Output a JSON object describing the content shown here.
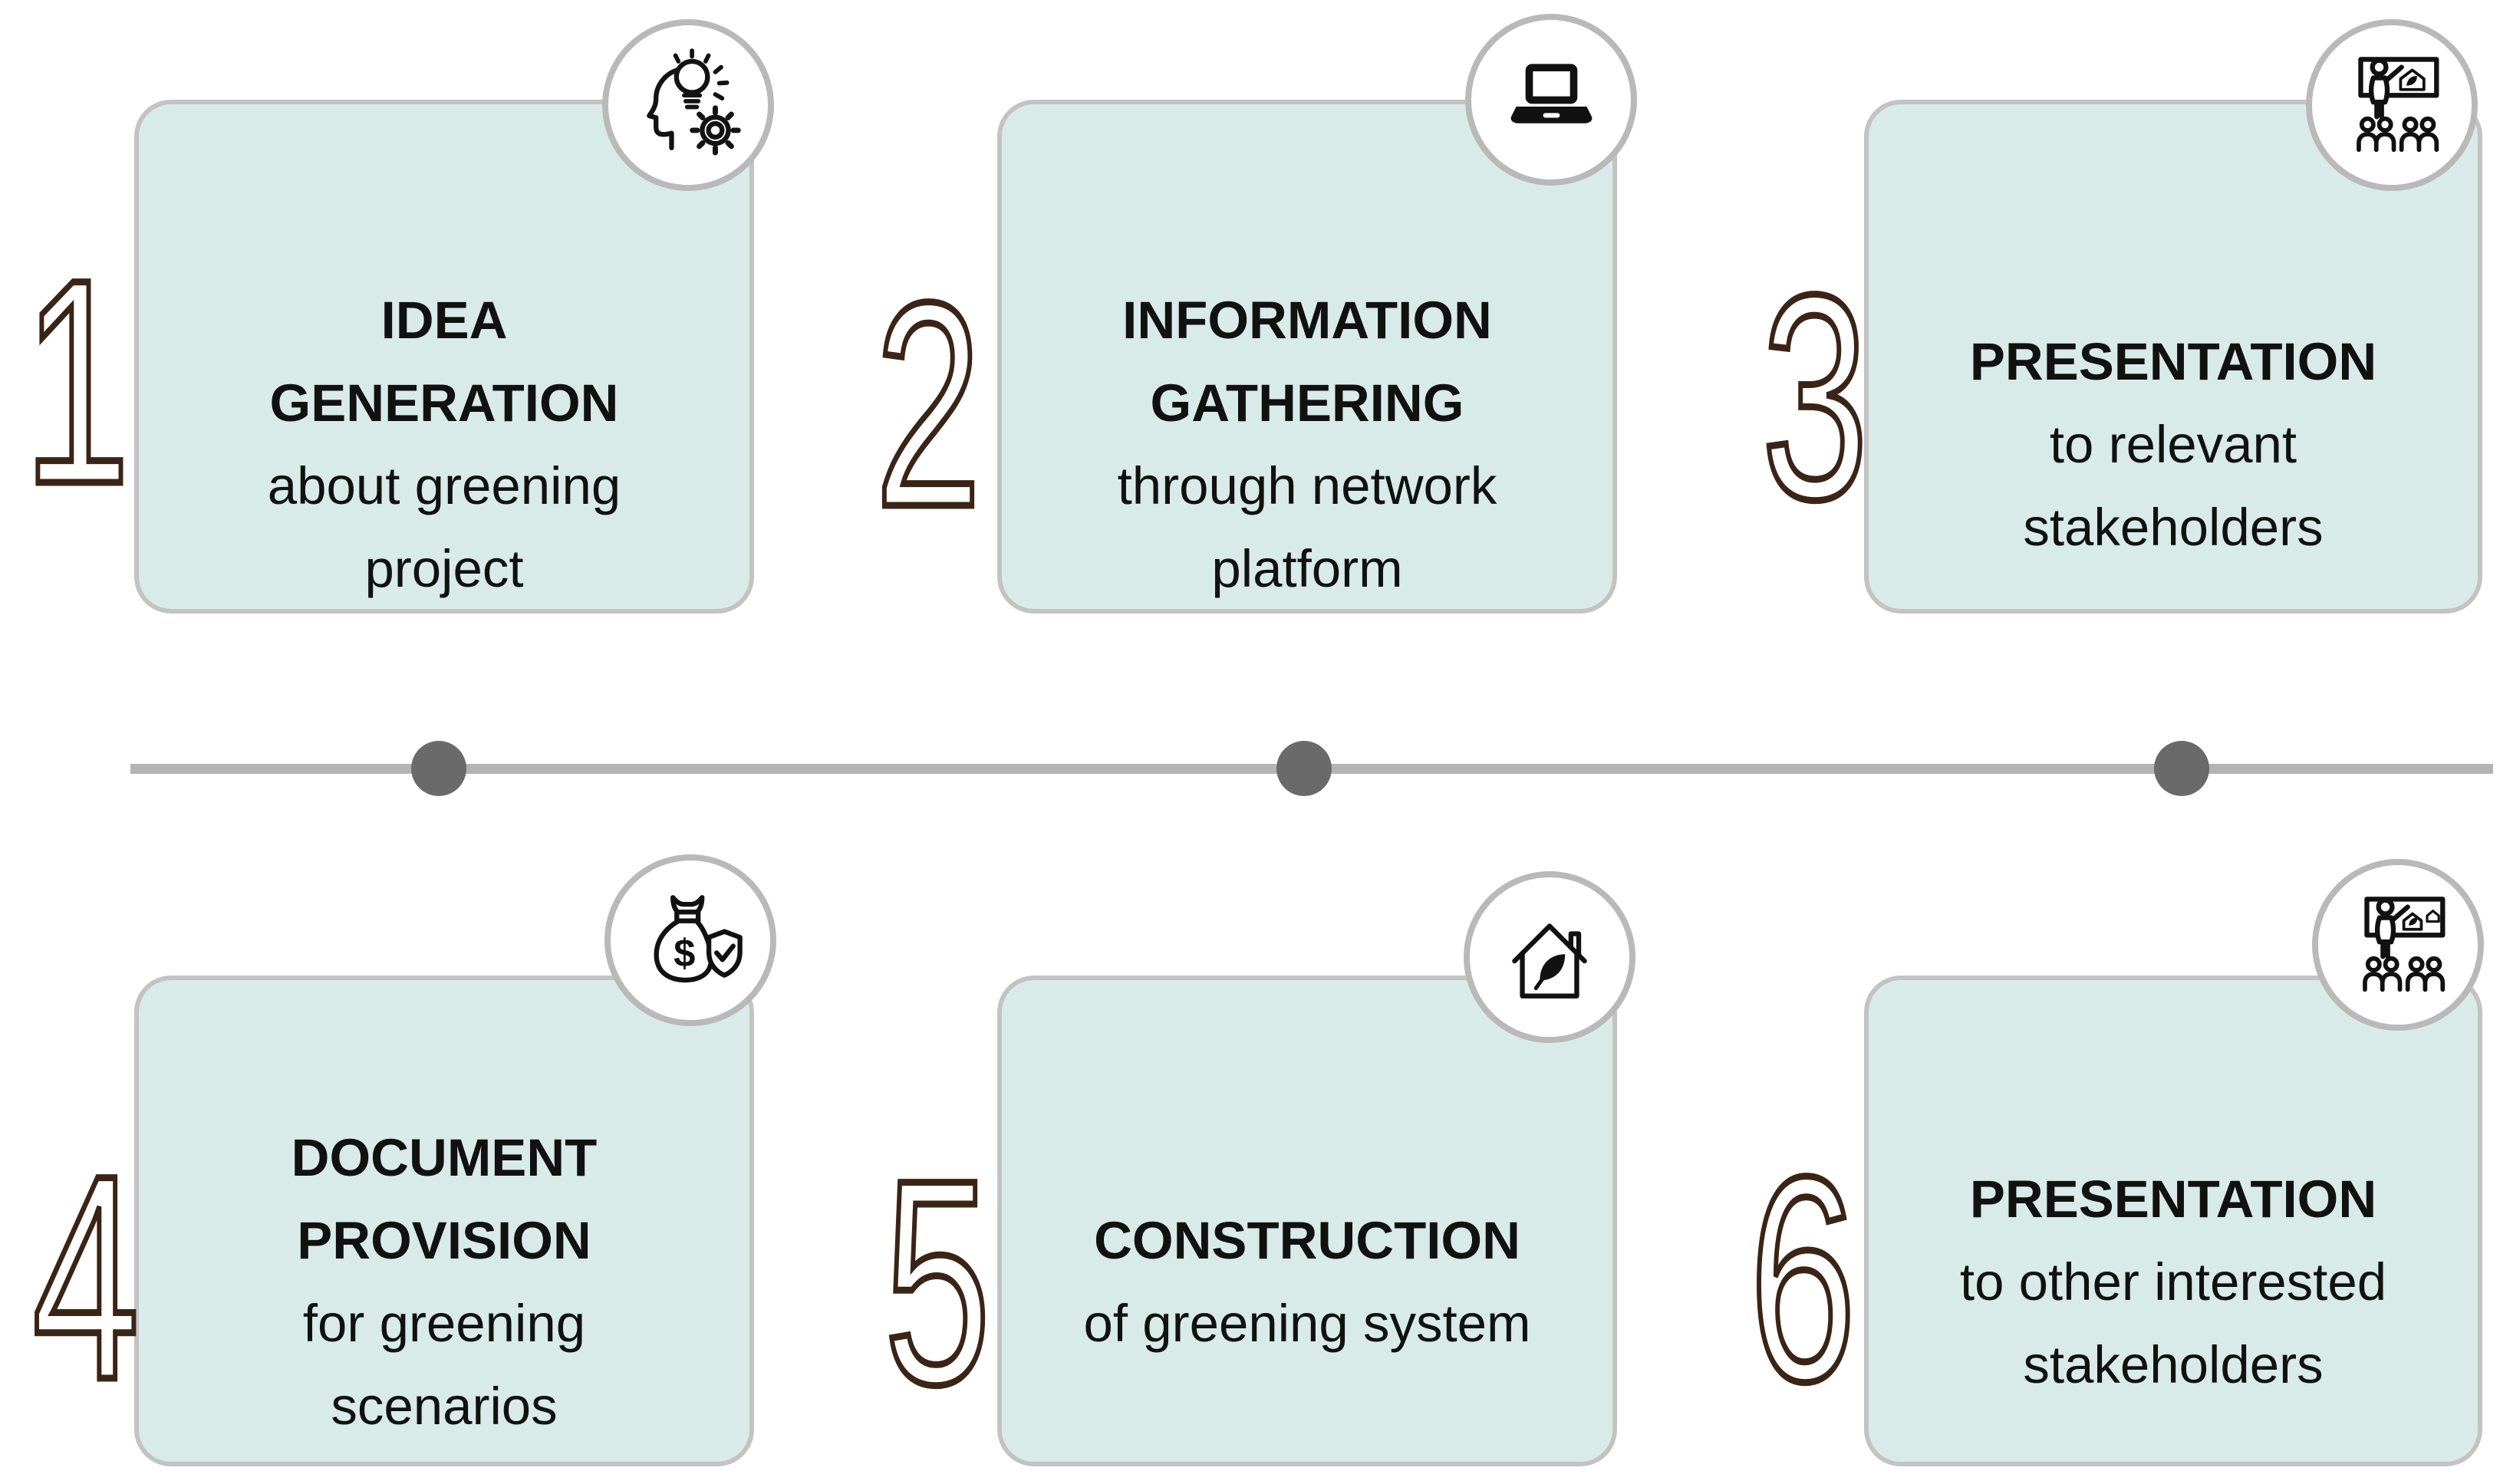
{
  "diagram": {
    "type": "process-timeline",
    "step_count": 6,
    "colors": {
      "card_fill": "#d9ebe9",
      "card_border": "#c3c3c3",
      "circle_border": "#b9b9b9",
      "number_outline": "#3a2416",
      "line_color": "#b4b4b4",
      "dot_color": "#6a6a6a",
      "ink": "#111111"
    }
  },
  "timeline": {
    "dot_count": 3
  },
  "steps": [
    {
      "number": "1",
      "title": "IDEA GENERATION",
      "subtitle": "about greening project",
      "icon": "idea-head-bulb-gear-icon"
    },
    {
      "number": "2",
      "title": "INFORMATION GATHERING",
      "subtitle": "through network platform",
      "icon": "laptop-icon"
    },
    {
      "number": "3",
      "title": "PRESENTATION",
      "subtitle": "to relevant stakeholders",
      "icon": "presenter-board-audience-icon"
    },
    {
      "number": "4",
      "title": "DOCUMENT PROVISION",
      "subtitle": "for greening scenarios",
      "icon": "money-bag-shield-check-icon"
    },
    {
      "number": "5",
      "title": "CONSTRUCTION",
      "subtitle": "of greening system",
      "icon": "eco-house-leaf-icon"
    },
    {
      "number": "6",
      "title": "PRESENTATION",
      "subtitle": "to other interested stakeholders",
      "icon": "presenter-board-audience-icon-2"
    }
  ]
}
